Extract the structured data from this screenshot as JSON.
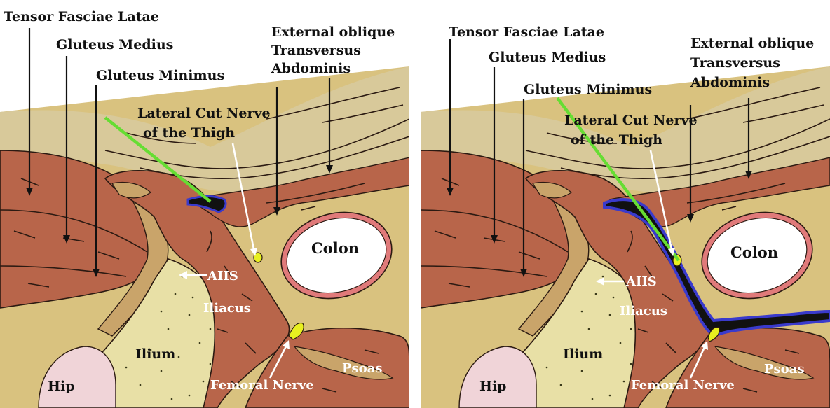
{
  "labels": {
    "tensor": "Tensor Fasciae Latae",
    "gmed": "Gluteus Medius",
    "gmin": "Gluteus Minimus",
    "extob": "External oblique",
    "trans": "Transversus",
    "abd": "Abdominis",
    "lcn1": "Lateral Cut Nerve",
    "lcn2": "of the Thigh",
    "colon": "Colon",
    "aiis": "AIIS",
    "iliacus": "Iliacus",
    "ilium": "Ilium",
    "hip": "Hip",
    "psoas": "Psoas",
    "femoral": "Femoral Nerve"
  },
  "colors": {
    "background": "#d9c27f",
    "fascia": "#d8c99a",
    "muscle": "#b8654a",
    "muscle_dark": "#8a4430",
    "bone": "#e8e0a6",
    "hip": "#f0d4d8",
    "colon_wall": "#e07a7a",
    "nerve": "#e8f020",
    "needle": "#66dd33",
    "fluid_outline": "#3a3acc",
    "fluid_fill": "#111111"
  }
}
